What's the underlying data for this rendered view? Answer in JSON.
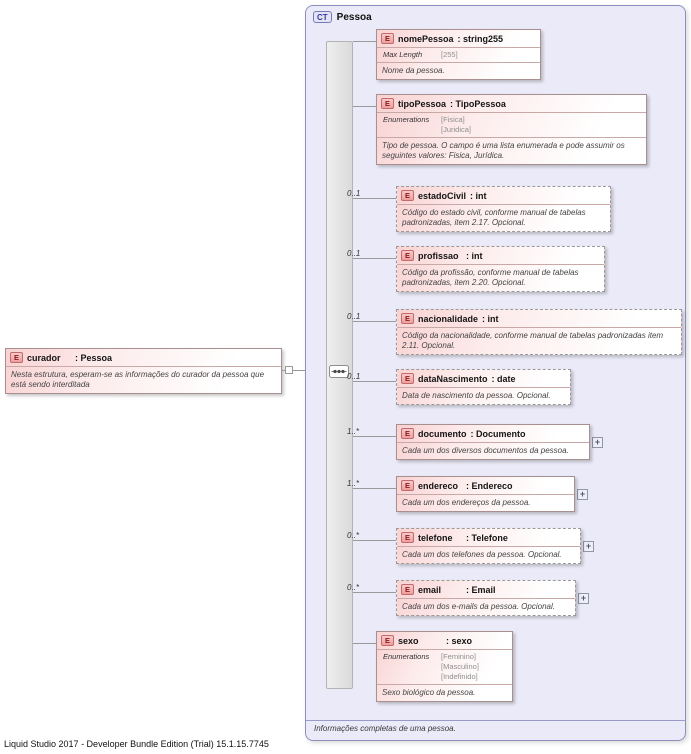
{
  "window": {
    "footer": "Liquid Studio 2017 - Developer Bundle Edition (Trial) 15.1.15.7745"
  },
  "colors": {
    "container_bg": "#eaeaf8",
    "container_border": "#8f8fbe",
    "element_pink": "#f9d2d2",
    "element_border": "#a89090",
    "separator_pink": "#c9a8a8",
    "badge_red_text": "#8b1a1a",
    "badge_blue_text": "#3a3aa0"
  },
  "curador_element": {
    "badge": "E",
    "name": "curador",
    "type": ": Pessoa",
    "description": "Nesta estrutura, esperam-se as informações do curador da pessoa que está sendo interditada"
  },
  "complex_type": {
    "badge": "CT",
    "title": "Pessoa",
    "annotation": "Informações completas de uma pessoa.",
    "expander_label": "+",
    "elements": [
      {
        "badge": "E",
        "name": "nomePessoa",
        "type": ": string255",
        "cardinality": "",
        "optional": false,
        "facet_label": "Max Length",
        "facet_values": [
          "[255]"
        ],
        "description": "Nome da pessoa.",
        "expander": false
      },
      {
        "badge": "E",
        "name": "tipoPessoa",
        "type": ": TipoPessoa",
        "cardinality": "",
        "optional": false,
        "facet_label": "Enumerations",
        "facet_values": [
          "[Fisica]",
          "[Juridica]"
        ],
        "description": "Tipo de pessoa. O campo é uma lista enumerada e pode assumir os seguintes valores: Fisica, Jurídica.",
        "expander": false
      },
      {
        "badge": "E",
        "name": "estadoCivil",
        "type": ": int",
        "cardinality": "0..1",
        "optional": true,
        "description": "Código do estado civil, conforme manual de tabelas padronizadas, item 2.17. Opcional.",
        "expander": false
      },
      {
        "badge": "E",
        "name": "profissao",
        "type": ": int",
        "cardinality": "0..1",
        "optional": true,
        "description": "Código da profissão, conforme manual de tabelas padronizadas, item 2.20. Opcional.",
        "expander": false
      },
      {
        "badge": "E",
        "name": "nacionalidade",
        "type": ": int",
        "cardinality": "0..1",
        "optional": true,
        "description": "Código da nacionalidade, conforme manual de tabelas padronizadas item 2.11. Opcional.",
        "expander": false
      },
      {
        "badge": "E",
        "name": "dataNascimento",
        "type": ": date",
        "cardinality": "0..1",
        "optional": true,
        "description": "Data de nascimento da pessoa. Opcional.",
        "expander": false
      },
      {
        "badge": "E",
        "name": "documento",
        "type": ": Documento",
        "cardinality": "1..*",
        "optional": false,
        "description": "Cada um dos diversos documentos da pessoa.",
        "expander": true
      },
      {
        "badge": "E",
        "name": "endereco",
        "type": ": Endereco",
        "cardinality": "1..*",
        "optional": false,
        "description": "Cada um dos endereços da pessoa.",
        "expander": true
      },
      {
        "badge": "E",
        "name": "telefone",
        "type": ": Telefone",
        "cardinality": "0..*",
        "optional": true,
        "description": "Cada um dos telefones da pessoa. Opcional.",
        "expander": true
      },
      {
        "badge": "E",
        "name": "email",
        "type": ": Email",
        "cardinality": "0..*",
        "optional": true,
        "description": "Cada um dos e-mails da pessoa. Opcional.",
        "expander": true
      },
      {
        "badge": "E",
        "name": "sexo",
        "type": ": sexo",
        "cardinality": "",
        "optional": false,
        "facet_label": "Enumerations",
        "facet_values": [
          "[Feminino]",
          "[Masculino]",
          "[Indefinido]"
        ],
        "description": "Sexo biológico da pessoa.",
        "expander": false
      }
    ]
  }
}
